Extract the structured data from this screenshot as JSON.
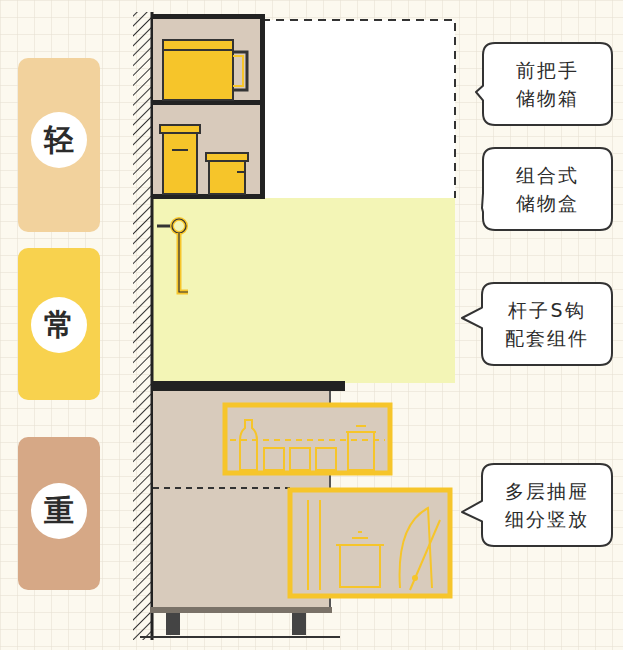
{
  "diagram": {
    "nodes": [
      {
        "text": [
          "轻"
        ]
      },
      {
        "text": [
          "常"
        ]
      },
      {
        "text": [
          "重"
        ]
      },
      {
        "text": [
          "前把手 储物箱"
        ]
      },
      {
        "text": [
          "组合式 储物盒"
        ]
      },
      {
        "text": [
          "杆子S钩 配套组件"
        ]
      },
      {
        "text": [
          "多层抽屉 细分竖放"
        ]
      }
    ]
  }
}
